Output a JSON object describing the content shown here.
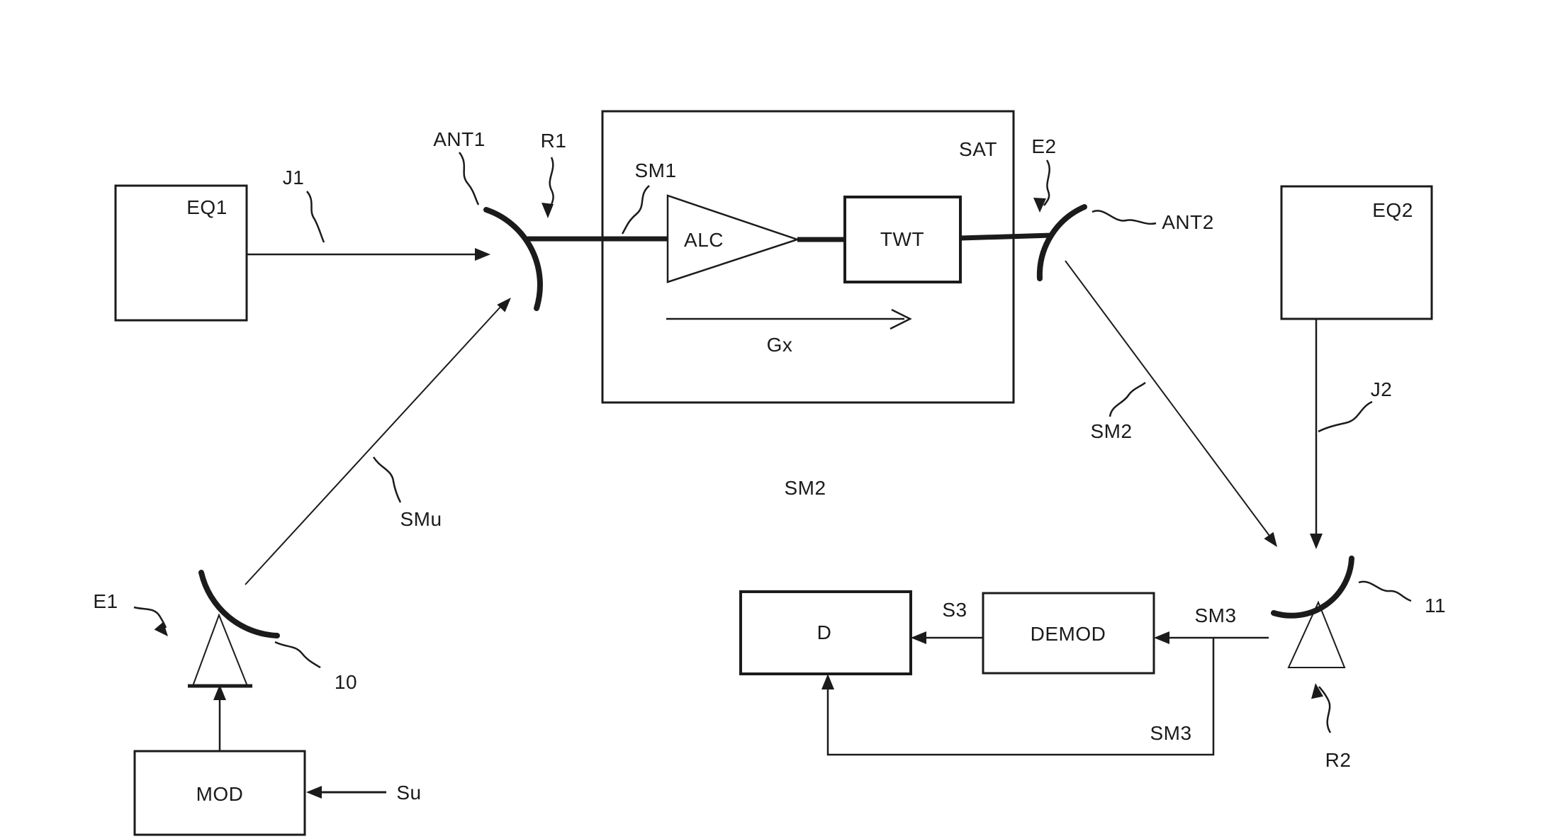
{
  "diagram": {
    "title": "Satellite link level-control block diagram",
    "background": "#ffffff",
    "ink": "#1b1b1b",
    "labels": {
      "eq1": "EQ1",
      "j1": "J1",
      "ant1": "ANT1",
      "r1": "R1",
      "sm1": "SM1",
      "sat": "SAT",
      "alc": "ALC",
      "twt": "TWT",
      "gx": "Gx",
      "e2": "E2",
      "ant2": "ANT2",
      "eq2": "EQ2",
      "j2": "J2",
      "sm2_beam": "SM2",
      "sm2_mid": "SM2",
      "smu": "SMu",
      "e1": "E1",
      "ground1": "10",
      "mod": "MOD",
      "su": "Su",
      "d": "D",
      "s3": "S3",
      "demod": "DEMOD",
      "sm3_top": "SM3",
      "sm3_bottom": "SM3",
      "ground2": "11",
      "r2": "R2"
    }
  }
}
